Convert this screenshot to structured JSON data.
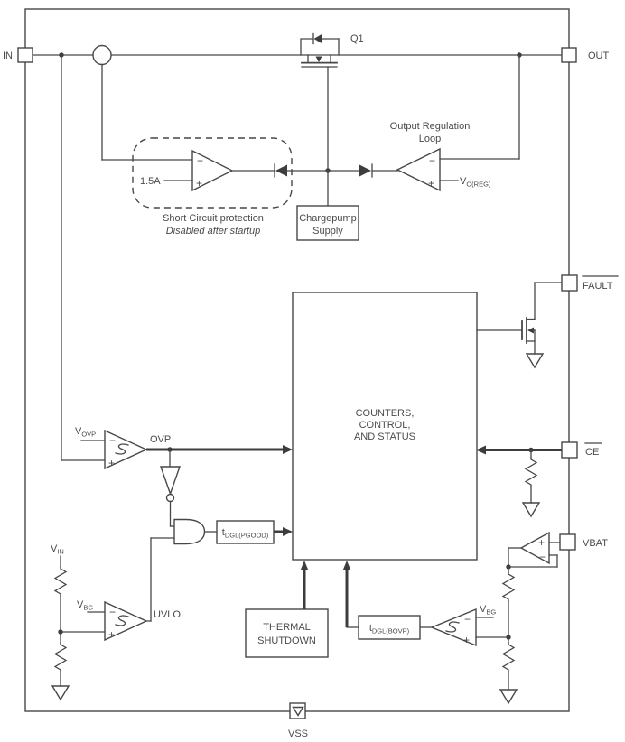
{
  "pins": {
    "in": "IN",
    "out": "OUT",
    "fault": "FAULT",
    "ce": "CE",
    "vbat": "VBAT",
    "vss": "VSS"
  },
  "transistors": {
    "q1": "Q1"
  },
  "blocks": {
    "counters": {
      "line1": "COUNTERS,",
      "line2": "CONTROL,",
      "line3": "AND STATUS"
    },
    "chargepump": {
      "line1": "Chargepump",
      "line2": "Supply"
    },
    "thermal": {
      "line1": "THERMAL",
      "line2": "SHUTDOWN"
    },
    "t_dgl_pgood": {
      "main": "t",
      "sub": "DGL(PGOOD)"
    },
    "t_dgl_bovp": {
      "main": "t",
      "sub": "DGL(BOVP)"
    }
  },
  "annotations": {
    "short_circuit_line1": "Short Circuit protection",
    "short_circuit_line2": "Disabled after startup",
    "output_regulation_line1": "Output Regulation",
    "output_regulation_line2": "Loop",
    "current_limit": "1.5A",
    "ovp": "OVP",
    "uvlo": "UVLO",
    "minus": "−",
    "plus": "+"
  },
  "references": {
    "v_ovp": {
      "main": "V",
      "sub": "OVP"
    },
    "v_oreg": {
      "main": "V",
      "sub": "O(REG)"
    },
    "v_in": {
      "main": "V",
      "sub": "IN"
    },
    "v_bg_uvlo": {
      "main": "V",
      "sub": "BG"
    },
    "v_bg_bovp": {
      "main": "V",
      "sub": "BG"
    }
  },
  "colors": {
    "stroke": "#474747",
    "text": "#4a4a4a",
    "background": "#ffffff"
  }
}
